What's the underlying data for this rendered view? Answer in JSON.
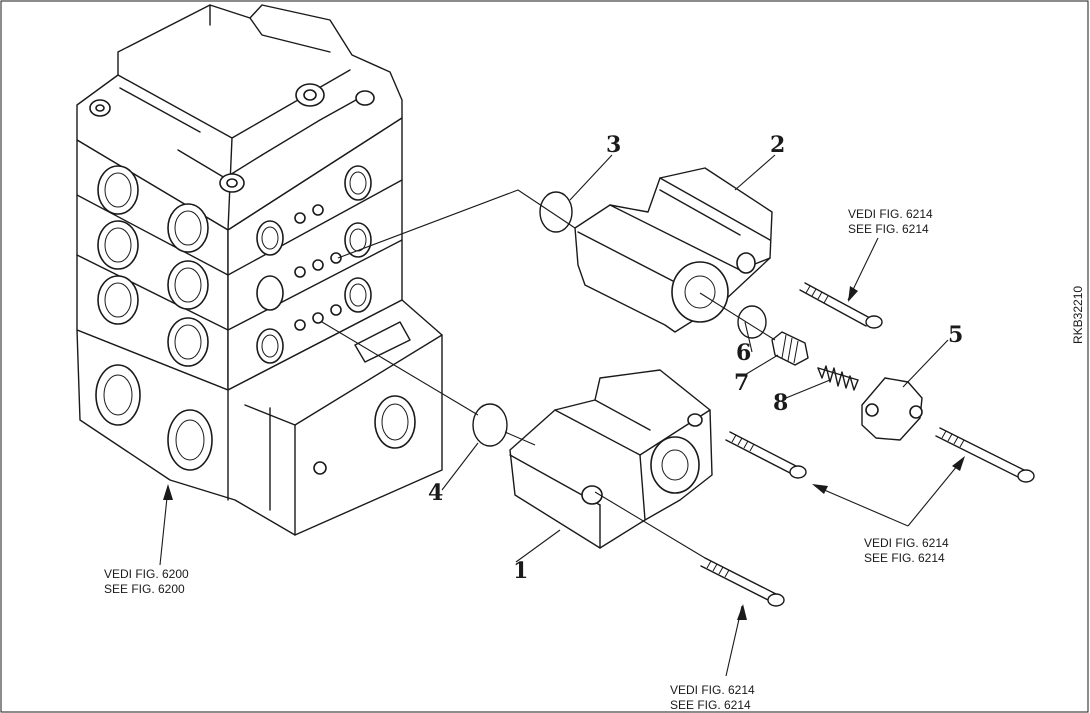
{
  "drawing_code": "RKB32210",
  "part_numbers": [
    "1",
    "2",
    "3",
    "4",
    "5",
    "6",
    "7",
    "8"
  ],
  "references": {
    "fig6200_vedi": "VEDI FIG. 6200",
    "fig6200_see": "SEE FIG. 6200",
    "fig6214_vedi": "VEDI FIG. 6214",
    "fig6214_see": "SEE FIG. 6214"
  }
}
